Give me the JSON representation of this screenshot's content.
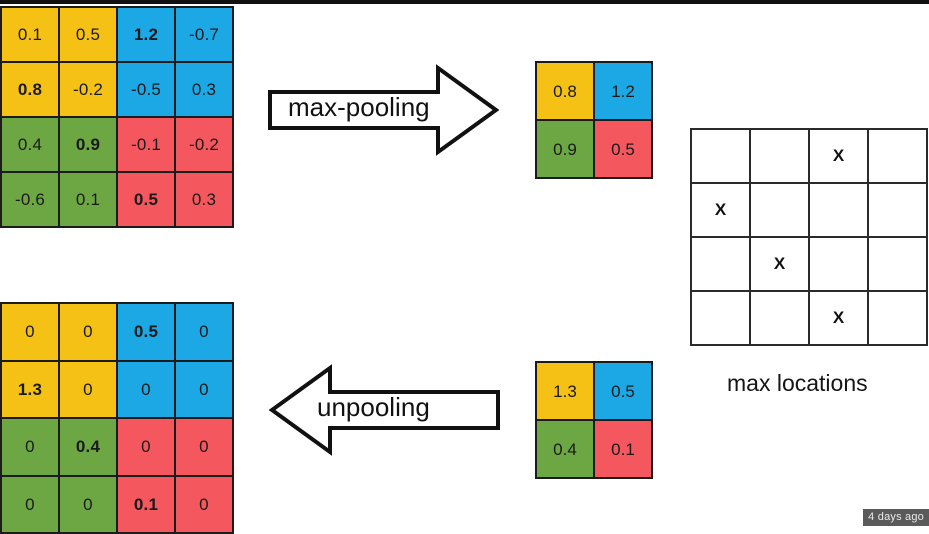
{
  "diagram": {
    "title": "max-pooling and unpooling with max locations",
    "colors": {
      "yellow": "#F5C115",
      "blue": "#1CA8E4",
      "green": "#6CA744",
      "red": "#F4585E",
      "outline": "#1b1b1b",
      "background": "#ffffff",
      "watermark_bg": "#5a5a5a"
    }
  },
  "input_map": {
    "name": "input-feature-map",
    "rows": 4,
    "cols": 4,
    "cells": [
      [
        {
          "value": "0.1",
          "color": "yellow",
          "bold": false
        },
        {
          "value": "0.5",
          "color": "yellow",
          "bold": false
        },
        {
          "value": "1.2",
          "color": "blue",
          "bold": true
        },
        {
          "value": "-0.7",
          "color": "blue",
          "bold": false
        }
      ],
      [
        {
          "value": "0.8",
          "color": "yellow",
          "bold": true
        },
        {
          "value": "-0.2",
          "color": "yellow",
          "bold": false
        },
        {
          "value": "-0.5",
          "color": "blue",
          "bold": false
        },
        {
          "value": "0.3",
          "color": "blue",
          "bold": false
        }
      ],
      [
        {
          "value": "0.4",
          "color": "green",
          "bold": false
        },
        {
          "value": "0.9",
          "color": "green",
          "bold": true
        },
        {
          "value": "-0.1",
          "color": "red",
          "bold": false
        },
        {
          "value": "-0.2",
          "color": "red",
          "bold": false
        }
      ],
      [
        {
          "value": "-0.6",
          "color": "green",
          "bold": false
        },
        {
          "value": "0.1",
          "color": "green",
          "bold": false
        },
        {
          "value": "0.5",
          "color": "red",
          "bold": true
        },
        {
          "value": "0.3",
          "color": "red",
          "bold": false
        }
      ]
    ]
  },
  "pooled_map": {
    "name": "pooled-feature-map",
    "rows": 2,
    "cols": 2,
    "cells": [
      [
        {
          "value": "0.8",
          "color": "yellow"
        },
        {
          "value": "1.2",
          "color": "blue"
        }
      ],
      [
        {
          "value": "0.9",
          "color": "green"
        },
        {
          "value": "0.5",
          "color": "red"
        }
      ]
    ]
  },
  "gradient_map": {
    "name": "pooled-gradient-map",
    "rows": 2,
    "cols": 2,
    "cells": [
      [
        {
          "value": "1.3",
          "color": "yellow"
        },
        {
          "value": "0.5",
          "color": "blue"
        }
      ],
      [
        {
          "value": "0.4",
          "color": "green"
        },
        {
          "value": "0.1",
          "color": "red"
        }
      ]
    ]
  },
  "unpooled_map": {
    "name": "unpooled-feature-map",
    "rows": 4,
    "cols": 4,
    "cells": [
      [
        {
          "value": "0",
          "color": "yellow",
          "bold": false
        },
        {
          "value": "0",
          "color": "yellow",
          "bold": false
        },
        {
          "value": "0.5",
          "color": "blue",
          "bold": true
        },
        {
          "value": "0",
          "color": "blue",
          "bold": false
        }
      ],
      [
        {
          "value": "1.3",
          "color": "yellow",
          "bold": true
        },
        {
          "value": "0",
          "color": "yellow",
          "bold": false
        },
        {
          "value": "0",
          "color": "blue",
          "bold": false
        },
        {
          "value": "0",
          "color": "blue",
          "bold": false
        }
      ],
      [
        {
          "value": "0",
          "color": "green",
          "bold": false
        },
        {
          "value": "0.4",
          "color": "green",
          "bold": true
        },
        {
          "value": "0",
          "color": "red",
          "bold": false
        },
        {
          "value": "0",
          "color": "red",
          "bold": false
        }
      ],
      [
        {
          "value": "0",
          "color": "green",
          "bold": false
        },
        {
          "value": "0",
          "color": "green",
          "bold": false
        },
        {
          "value": "0.1",
          "color": "red",
          "bold": true
        },
        {
          "value": "0",
          "color": "red",
          "bold": false
        }
      ]
    ]
  },
  "max_locations": {
    "name": "max-locations-grid",
    "caption": "max locations",
    "marker": "X",
    "rows": 4,
    "cols": 4,
    "marks": [
      [
        false,
        false,
        true,
        false
      ],
      [
        true,
        false,
        false,
        false
      ],
      [
        false,
        true,
        false,
        false
      ],
      [
        false,
        false,
        true,
        false
      ]
    ]
  },
  "arrows": {
    "forward": {
      "label": "max-pooling",
      "direction": "right"
    },
    "backward": {
      "label": "unpooling",
      "direction": "left"
    }
  },
  "watermark": {
    "text": "4 days ago"
  }
}
